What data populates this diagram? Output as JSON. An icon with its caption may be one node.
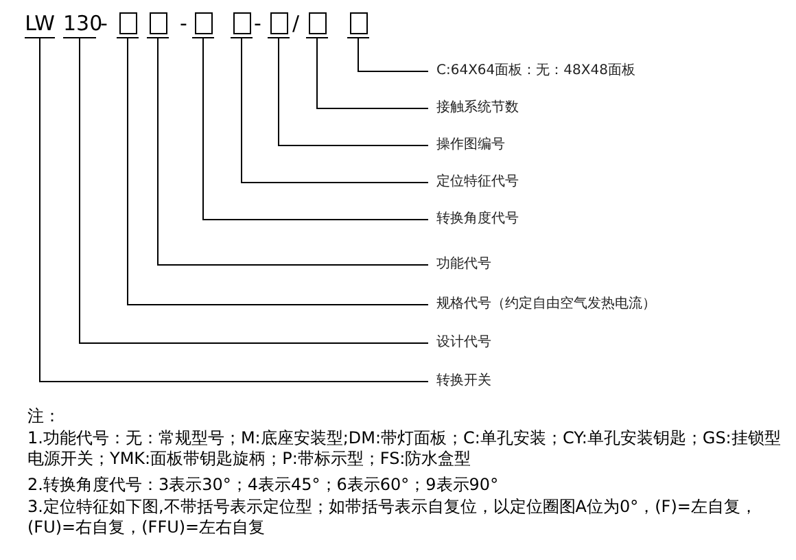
{
  "diagram": {
    "nodes": [
      {
        "text": [
          "LW"
        ]
      },
      {
        "text": [
          "130"
        ]
      },
      {
        "text": [],
        "shape": "box"
      },
      {
        "text": [],
        "shape": "box"
      },
      {
        "text": [],
        "shape": "box"
      },
      {
        "text": [],
        "shape": "box"
      },
      {
        "text": [],
        "shape": "box"
      },
      {
        "text": [],
        "shape": "box"
      },
      {
        "text": [],
        "shape": "box"
      },
      {
        "text": [
          "C:64X64面板：无：48X48面板"
        ]
      },
      {
        "text": [
          "接触系统节数"
        ]
      },
      {
        "text": [
          "操作图编号"
        ]
      },
      {
        "text": [
          "定位特征代号"
        ]
      },
      {
        "text": [
          "转换角度代号"
        ]
      },
      {
        "text": [
          "功能代号"
        ]
      },
      {
        "text": [
          "规格代号（约定自由空气发热电流）"
        ]
      },
      {
        "text": [
          "设计代号"
        ]
      },
      {
        "text": [
          "转换开关"
        ]
      }
    ],
    "edges": [
      {
        "from": 9,
        "to": 8,
        "arrow": "none"
      },
      {
        "from": 10,
        "to": 7,
        "arrow": "none"
      },
      {
        "from": 11,
        "to": 6,
        "arrow": "none"
      },
      {
        "from": 12,
        "to": 5,
        "arrow": "none"
      },
      {
        "from": 13,
        "to": 4,
        "arrow": "none"
      },
      {
        "from": 14,
        "to": 3,
        "arrow": "none"
      },
      {
        "from": 15,
        "to": 2,
        "arrow": "none"
      },
      {
        "from": 16,
        "to": 1,
        "arrow": "none"
      },
      {
        "from": 17,
        "to": 0,
        "arrow": "none"
      }
    ],
    "labels": [
      "-",
      "-",
      "-",
      "/",
      "注：",
      "1.功能代号：无：常规型号；M:底座安装型;DM:带灯面板；C:单孔安装；CY:单孔安装钥匙；GS:挂锁型电源开关；YMK:面板带钥匙旋柄；P:带标示型；FS:防水盒型",
      "2.转换角度代号：3表示30°；4表示45°；6表示60°；9表示90°",
      "3.定位特征如下图,不带括号表示定位型；如带括号表示自复位，以定位圈图A位为0°，(F)=左自复，(FU)=右自复，(FFU)=左右自复"
    ]
  }
}
